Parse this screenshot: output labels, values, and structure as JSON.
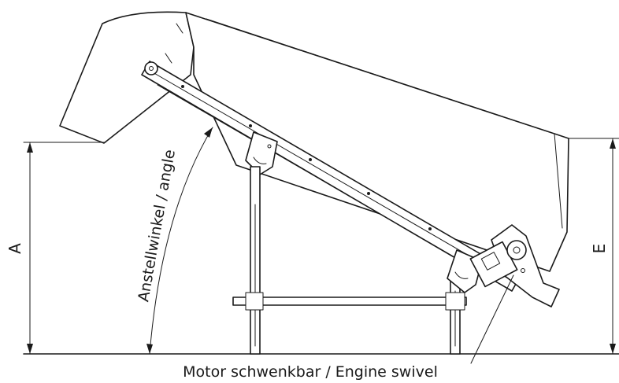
{
  "labels": {
    "dimension_a": "A",
    "dimension_e": "E",
    "angle": "Anstellwinkel / angle",
    "motor": "Motor schwenkbar / Engine swivel"
  }
}
